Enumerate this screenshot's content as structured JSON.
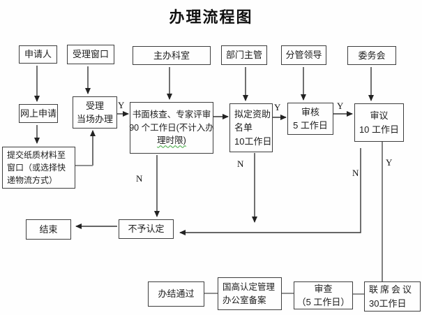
{
  "title": "办理流程图",
  "labels": {
    "y": "Y",
    "n": "N"
  },
  "colors": {
    "line": "#333333",
    "gray_line": "#8f8f8f",
    "box_border": "#3d3d3d",
    "background": "#fefefe",
    "spellcheck": "#3aa53a"
  },
  "nodes": {
    "applicant": {
      "l1": "申请人"
    },
    "accept_window": {
      "l1": "受理窗口"
    },
    "main_office": {
      "l1": "主办科室"
    },
    "dept_head": {
      "l1": "部门主管"
    },
    "leader": {
      "l1": "分管领导"
    },
    "committee": {
      "l1": "委务会"
    },
    "online_apply": {
      "l1": "网上申请"
    },
    "onsite": {
      "l1": "受理",
      "l2": "当场办理"
    },
    "paper_review": {
      "l1": "书面核查、专家评审",
      "l2": "90 个工作日(不计入办",
      "l3": "理时限)"
    },
    "funding_list": {
      "l1": "拟定资助",
      "l2": "名单",
      "l3": "10工作日"
    },
    "audit": {
      "l1": "审核",
      "l2": "5 工作日"
    },
    "deliberation": {
      "l1": "审议",
      "l2": "10 工作日"
    },
    "submit_paper": {
      "l1": "提交纸质材料至",
      "l2": "窗口（或选择快",
      "l3": "递物流方式）"
    },
    "end": {
      "l1": "结束"
    },
    "reject": {
      "l1": "不予认定"
    },
    "complete": {
      "l1": "办结通过"
    },
    "record": {
      "l1": "国高认定管理",
      "l2": "办公室备案"
    },
    "review": {
      "l1": "审查",
      "l2": "（5 工作日）"
    },
    "joint": {
      "l1": "联席会议",
      "l2": "30工作日"
    }
  }
}
